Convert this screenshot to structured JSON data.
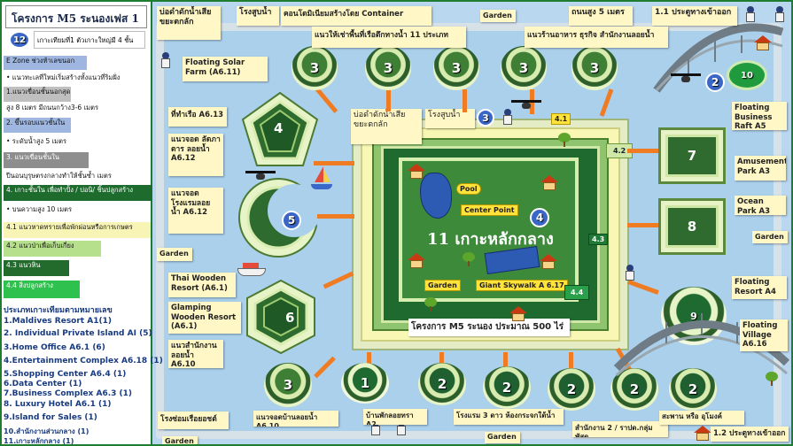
{
  "title_box": "โครงการ M5 ระนองเฟส 1",
  "header_badge_num": "12",
  "header_badge_text": "เกาะเทียมที่1 ตัวเกาะใหญ่มี 4 ชั้น",
  "sidebar": {
    "items": [
      {
        "label": "E Zone ช่วงท้าเลขนอก"
      },
      {
        "label": "• แนวทะเลที่ใหม่เริ่มสร้างทั้งแนวที่ริมฝั่ง"
      },
      {
        "label": "1.แนวเขื่อนชั้นนอกสุด"
      },
      {
        "label": "สูง 8 เมตร มีถนนกว้าง3-6 เมตร"
      },
      {
        "label": "2. ขึ้นรอบแนวชั้นใน"
      },
      {
        "label": "• ระดับน้ำสูง 5 เมตร"
      },
      {
        "label": "3. แนวเขื่อนชั้นใน"
      },
      {
        "label": "ปีนอนบุรุษตรงกลางทำให้ชั้นซ้ำ เมตร"
      },
      {
        "label": "4. เกาะชั้นใน เพื่อทำปั้ง / ปอนิ/ ชิ้นปลูกสร้าง"
      },
      {
        "label": "• บนความสูง 10 เมตร"
      },
      {
        "label": "4.1 แนวหาดทรายเพื่อพักผ่อนหรือการเกษตร"
      },
      {
        "label": "4.2 แนวป่าเพื่อเก็บเกี่ยง"
      },
      {
        "label": "4.3 แนวหิน"
      },
      {
        "label": "4.4 สิ่งปลูกสร้าง"
      }
    ],
    "legend_title": "ประเภทเกาะเทียมตามหมายเลข",
    "legend": [
      "1.Maldives Resort A1(1)",
      "2. Individual Private Island AI (5)",
      "3.Home Office A6.1 (6)",
      "4.Entertainment Complex A6.18 (1)",
      "5.Shopping Center A6.4 (1)",
      "6.Data Center (1)",
      "7.Business Complex A6.3 (1)",
      "8. Luxury Hotel A6.1 (1)",
      "9.Island for Sales (1)",
      "10.สำนักงานส่วนกลาง (1)",
      "11.เกาะหลักกลาง (1)"
    ]
  },
  "top_notes": {
    "barge": "บ่อดำดักน้ำเสีย ขยะตกลัก",
    "water_plant": "โรงสูบน้ำ",
    "condo": "คอนโดมิเนียมสร้างโดย Container",
    "garden_top": "Garden",
    "road": "ถนนสูง 5 เมตร",
    "entrance_1": "1.1 ประตูทางเข้าออก",
    "floating_row": "แนวให้เช่าพื้นที่เรือตึกทางน้ำ 11 ประเภท",
    "food_row": "แนวร้านอาหาร ธุรกิจ สำนักงานลอยน้ำ"
  },
  "left_notes": {
    "solar": "Floating Solar Farm (A6.11)",
    "pier": "ที่ทำเรือ A6.13",
    "parking": "แนวจอด ลัดภาตาร ลอยน้ำ A6.12",
    "hotel_row": "แนวจอด โรงแรมลอย น้ำ A6.12",
    "garden_left": "Garden",
    "thai_wooden": "Thai Wooden Resort (A6.1)",
    "glamping": "Glamping Wooden Resort (A6.1)",
    "office_row": "แนวสำนักงาน ลอยน้ำ A6.10"
  },
  "inner_notes": {
    "barge2": "บ่อดำดักน้ำเสีย ขยะตกลัก",
    "water_plant2": "โรงสูบน้ำ",
    "badge3": "3",
    "tag_41": "4.1",
    "tag_42": "4.2",
    "tag_43": "4.3",
    "tag_44": "4.4"
  },
  "center": {
    "pool": "Pool",
    "center_point": "Center Point",
    "badge4": "4",
    "main_label": "11 เกาะหลักกลาง",
    "garden": "Garden",
    "skywalk": "Giant Skywalk A 6.17",
    "banner": "โครงการ M5 ระนอง ประมาณ 500 ไร่"
  },
  "right_notes": {
    "badge2": "2",
    "island10": "10",
    "business_raft": "Floating Business Raft A5",
    "amusement": "Amusement Park A3",
    "ocean": "Ocean Park A3",
    "garden_right": "Garden",
    "resort_a4": "Floating Resort A4",
    "village": "Floating Village A6.16"
  },
  "bottom_notes": {
    "mini_pier": "โรงซ่อมเรือยอชต์",
    "office_float": "แนวจอดบ้านลอยน้ำ A6.10",
    "house_row": "บ้านพักลอยทรา A2",
    "hotel_cafe": "โรงแรม 3 ดาว ห้องกระจกใต้น้ำ",
    "gov": "สำนักงาน 2 / ราปด.กลุ่มพัสดุ",
    "bridge": "สะพาน หรือ อุโมงค์",
    "entrance_2": "1.2 ประตูทางเข้าออก",
    "garden_b1": "Garden",
    "garden_b2": "Garden"
  },
  "islands": {
    "top": [
      "3",
      "3",
      "3",
      "3",
      "3"
    ],
    "pentagon": "4",
    "crescent": "5",
    "hexagon": "6",
    "sq7": "7",
    "sq8": "8",
    "round9": "9",
    "bottom": [
      "3",
      "1",
      "2",
      "2",
      "2",
      "2",
      "2"
    ]
  },
  "colors": {
    "border": "#1e7d2e",
    "sea": "#b9d7ee",
    "walkway": "#ef7b22",
    "dark_green": "#2f6b2e",
    "note_bg": "#fff8c6"
  }
}
